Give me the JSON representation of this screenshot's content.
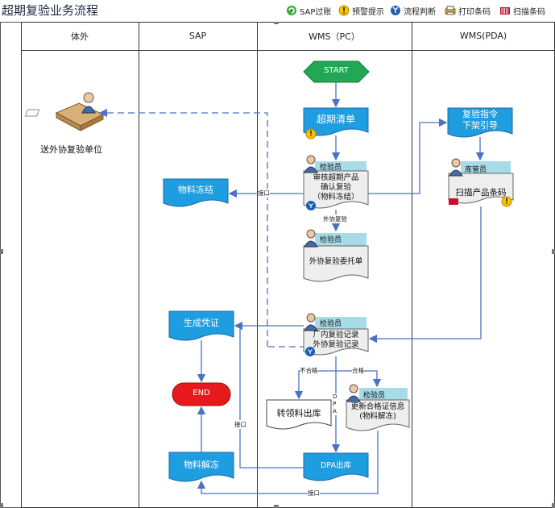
{
  "title": "超期复验业务流程",
  "legend": [
    {
      "label": "SAP过账",
      "icon": "sap-post-icon"
    },
    {
      "label": "预警提示",
      "icon": "warning-icon"
    },
    {
      "label": "流程判断",
      "icon": "decision-icon"
    },
    {
      "label": "打印条码",
      "icon": "print-icon"
    },
    {
      "label": "扫描条码",
      "icon": "barcode-icon"
    }
  ],
  "lanes": [
    "体外",
    "SAP",
    "WMS（PC）",
    "WMS(PDA)"
  ],
  "nodes": {
    "start": "START",
    "end": "END",
    "overdue_list": "超期清单",
    "inspector_role": "检验员",
    "audit_line1": "审核超期产品",
    "audit_line2": "确认复验",
    "audit_line3": "（物料冻结）",
    "outsource_commission": "外协复验委托单",
    "inhouse_line1": "厂内复验记录",
    "inhouse_line2": "外协复验记录",
    "reinspect_line1": "复验指令",
    "reinspect_line2": "下架引导",
    "keeper_role": "库管员",
    "scan_barcode": "扫描产品条码",
    "freeze": "物料冻结",
    "voucher": "生成凭证",
    "unfreeze": "物料解冻",
    "outside_unit": "送外协复验单位",
    "transfer": "转领料出库",
    "update_line1": "更新合格证信息",
    "update_line2": "(物料解冻)",
    "dpa_out": "DPA出库",
    "dpa_vertical": "DPA"
  },
  "edge_labels": {
    "interface": "接口",
    "outsourced": "外协复验",
    "unqualified": "不合格",
    "qualified": "合格"
  },
  "colors": {
    "process_blue": "#1e9de0",
    "start_green": "#22a854",
    "end_red": "#e8191c",
    "role_banner": "#a8dbe8",
    "arrow": "#4a72c4"
  }
}
